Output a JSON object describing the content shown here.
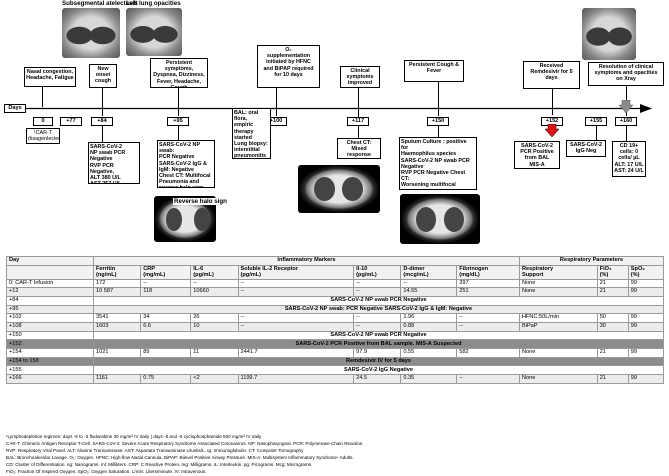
{
  "images": {
    "top1_label": "Subsegmental atelectasis",
    "top2_label": "Left lung opacities",
    "ct_label": "Reverse halo sign"
  },
  "timeline": {
    "axis_label": "Days",
    "days": [
      "0",
      "+77",
      "+84",
      "+95",
      "+100",
      "+117",
      "+150",
      "+152",
      "+155",
      "+160"
    ],
    "day0_note": "¹CAR-T\n(tisagenlecleucel)",
    "above": {
      "d77": "Nasal congestion,\nHeadache, Fatigue",
      "d84": "New\nonset\ncough",
      "d95": "Persistent symptoms,\nDyspnea, Dizziness,\nFever, Headache,\nCough",
      "d100": "O₂\nsupplementation\ninitiated by HFNC\nand BiPAP required\nfor 10 days",
      "d117": "Clinical\nsymptoms\nimproved",
      "d150": "Persistent Cough &\nFever",
      "d152": "Received\nRemdesivir for 5\ndays",
      "d160": "Resolution of clinical\nsymptoms and opacities\non Xray"
    },
    "below": {
      "d84": "SARS-CoV-2\nNP swab PCR\nNegative\nRVP PCR Negative,\nALT 380 U/L\nAST 257 U/L",
      "d95": "SARS-CoV-2 NP swab:\nPCR Negative\nSARS-CoV-2 IgG &\nIgM: Negative\nChest CT: Multifocal\nPneumonia and\nreverse halo sign",
      "d100": "BAL: oral flora,\nempiric\ntherapy\nstarted\nLung biopsy:\ninterstitial\npneumonitis",
      "d117": "Chest CT:\nMixed\nresponse",
      "d150": "Sputum Culture : positive for\nHaemophilus species\nSARS-CoV-2 NP swab PCR\nNegative\nRVP PCR Negative Chest CT:\nWorsening multifocal ground\nglass opacities",
      "d152": "SARS-CoV-2\nPCR Positive\nfrom BAL\nMIS-A Suspected",
      "d155": "SARS-CoV-2\nIgG Neg",
      "d160": "CD 19+\ncells: 0\ncells/ µL\nALT: 17 U/L\nAST: 24 U/L"
    }
  },
  "table": {
    "group_headers": [
      "Day",
      "Inflammatory Markers",
      "Respiratory Parameters"
    ],
    "columns": [
      "",
      "Ferritin\n(ng/mL)",
      "CRP\n(mg/mL)",
      "IL-6\n(pg/mL)",
      "Soluble IL-2 Receptor\n(pg/mL)",
      "Il-10\n(pg/mL)",
      "D-dimer\n(mcg/mL)",
      "Fibrinogen\n(mg/dL)",
      "Respiratory\nSupport",
      "FiO₂\n(%)",
      "SpO₂\n(%)"
    ],
    "rows": [
      {
        "day": "0: CAR-T Infusion",
        "cells": [
          "172",
          "--",
          "--",
          "--",
          "--",
          "--",
          "397",
          "None",
          "21",
          "99"
        ]
      },
      {
        "day": "+12",
        "cells": [
          "10 587",
          "118",
          "10660",
          "--",
          "--",
          "14.55",
          "251",
          "None",
          "21",
          "99"
        ]
      },
      {
        "day": "+84",
        "span": "SARS-CoV-2 NP swab PCR Negative"
      },
      {
        "day": "+95",
        "span": "SARS-CoV-2 NP swab: PCR Negative          SARS-CoV-2 IgG & IgM: Negative"
      },
      {
        "day": "+102",
        "cells": [
          "3541",
          "34",
          "26",
          "--",
          "--",
          "1.96",
          "--",
          "HFNC:50L/min",
          "50",
          "99"
        ]
      },
      {
        "day": "+108",
        "cells": [
          "1603",
          "6.6",
          "10",
          "--",
          "--",
          "0.88",
          "--",
          "BiPaP",
          "30",
          "99"
        ]
      },
      {
        "day": "+150",
        "span": "SARS-CoV-2 NP swab PCR Negative"
      },
      {
        "day": "+152",
        "span": "SARS-CoV-2 PCR Positive from BAL sample. MIS-A Suspected",
        "dark": true
      },
      {
        "day": "+154",
        "cells": [
          "1021",
          "89",
          "11",
          "2441.7",
          "97.9",
          "0.55",
          "582",
          "None",
          "21",
          "99"
        ]
      },
      {
        "day": "+154 to 158",
        "span": "Remdesivir IV for 5 days",
        "dark": true
      },
      {
        "day": "+155",
        "span": "SARS-CoV-2 IgG Negative"
      },
      {
        "day": "+166",
        "cells": [
          "1161",
          "0.75",
          "<2",
          "1199.7",
          "24.5",
          "0.35",
          "--",
          "None",
          "21",
          "99"
        ]
      }
    ]
  },
  "footnotes": [
    "¹Lymphodepletion regimen: days -6 to -3 fludarabine 30 mg/m² IV daily | days -6 and -5 cyclophosphamide 500 mg/m² IV daily",
    "CAR-T: Chimeric Antigen Receptor T-Cell.  SARS-CoV-2: Severe Acute Respiratory Syndrome Associated Coronavirus.  NP: Nasopharyngeal.  PCR: Polymerase Chain Reaction.",
    "RVP: Respiratory Viral Panel.  ALT: Alanine Transaminase. AST: Aspartate Transaminase  U/units/L. Ig: Immunoglobulin. CT: Computer Tomography",
    "BAL: Bronchoalveolar Lavage. O₂: Oxygen. HFNC: High-flow Nasal Cannula. BiPAP: Bilevel Positive Airway Pressure. MIS-A: Multisystem Inflammatory Syndrome- Adults.",
    "CD: Cluster of Differentiation. ng: Nanograms. ml: Milliliters. CRP: C Reactive Protein.  mg: Milligrams. IL: Interleukin. pg: Picograms. Mcg: Micrograms.",
    "FiO₂: Fraction Of Inspired Oxygen. SpO₂: Oxygen Saturation. L/min: Liters/minute. IV: Intravenous."
  ]
}
